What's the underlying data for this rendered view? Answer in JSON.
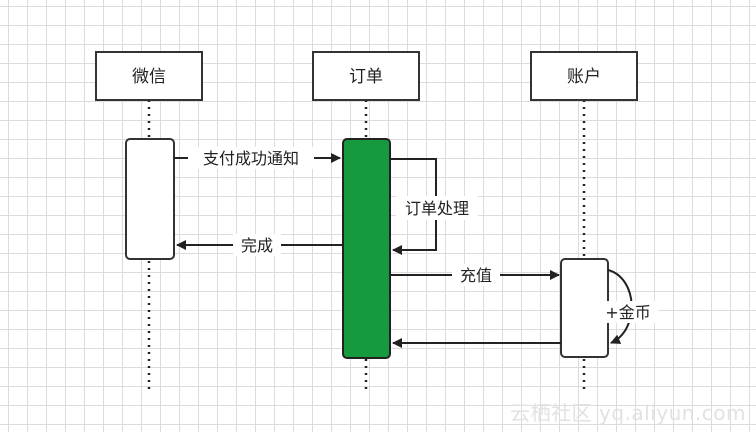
{
  "participants": [
    {
      "id": "wechat",
      "label": "微信"
    },
    {
      "id": "order",
      "label": "订单"
    },
    {
      "id": "account",
      "label": "账户"
    }
  ],
  "messages": [
    {
      "id": "pay-notify",
      "label": "支付成功通知"
    },
    {
      "id": "order-process",
      "label": "订单处理"
    },
    {
      "id": "complete",
      "label": "完成"
    },
    {
      "id": "recharge",
      "label": "充值"
    },
    {
      "id": "add-coins",
      "label": "+金币"
    }
  ],
  "colors": {
    "activation_order": "#159a3d",
    "line": "#222222",
    "box_border": "#333333",
    "grid": "#dcdcdc"
  },
  "watermark": "云栖社区 yq.aliyun.com"
}
